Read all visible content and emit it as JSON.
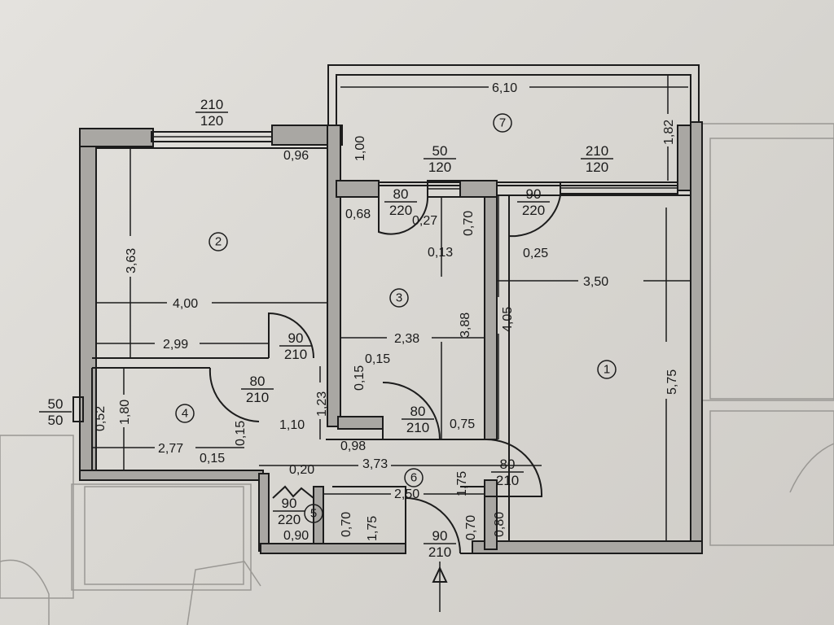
{
  "rooms": [
    "1",
    "2",
    "3",
    "4",
    "5",
    "6",
    "7"
  ],
  "openings": [
    {
      "w": "210",
      "h": "120"
    },
    {
      "w": "50",
      "h": "120"
    },
    {
      "w": "210",
      "h": "120"
    },
    {
      "w": "80",
      "h": "220"
    },
    {
      "w": "90",
      "h": "220"
    },
    {
      "w": "90",
      "h": "210"
    },
    {
      "w": "80",
      "h": "210"
    },
    {
      "w": "80",
      "h": "210"
    },
    {
      "w": "80",
      "h": "210"
    },
    {
      "w": "90",
      "h": "220"
    },
    {
      "w": "90",
      "h": "210"
    },
    {
      "w": "50",
      "h": "50"
    }
  ],
  "dimensions": [
    "6,10",
    "1,82",
    "0,96",
    "1,00",
    "0,68",
    "0,27",
    "0,70",
    "0,13",
    "0,25",
    "3,63",
    "4,00",
    "2,99",
    "3,50",
    "3,88",
    "4,05",
    "5,75",
    "2,38",
    "0,15",
    "0,15",
    "1,23",
    "0,52",
    "1,80",
    "2,77",
    "0,15",
    "0,15",
    "1,10",
    "0,98",
    "0,75",
    "3,73",
    "0,20",
    "2,50",
    "1,75",
    "0,70",
    "1,75",
    "0,90",
    "0,70",
    "0,80"
  ]
}
